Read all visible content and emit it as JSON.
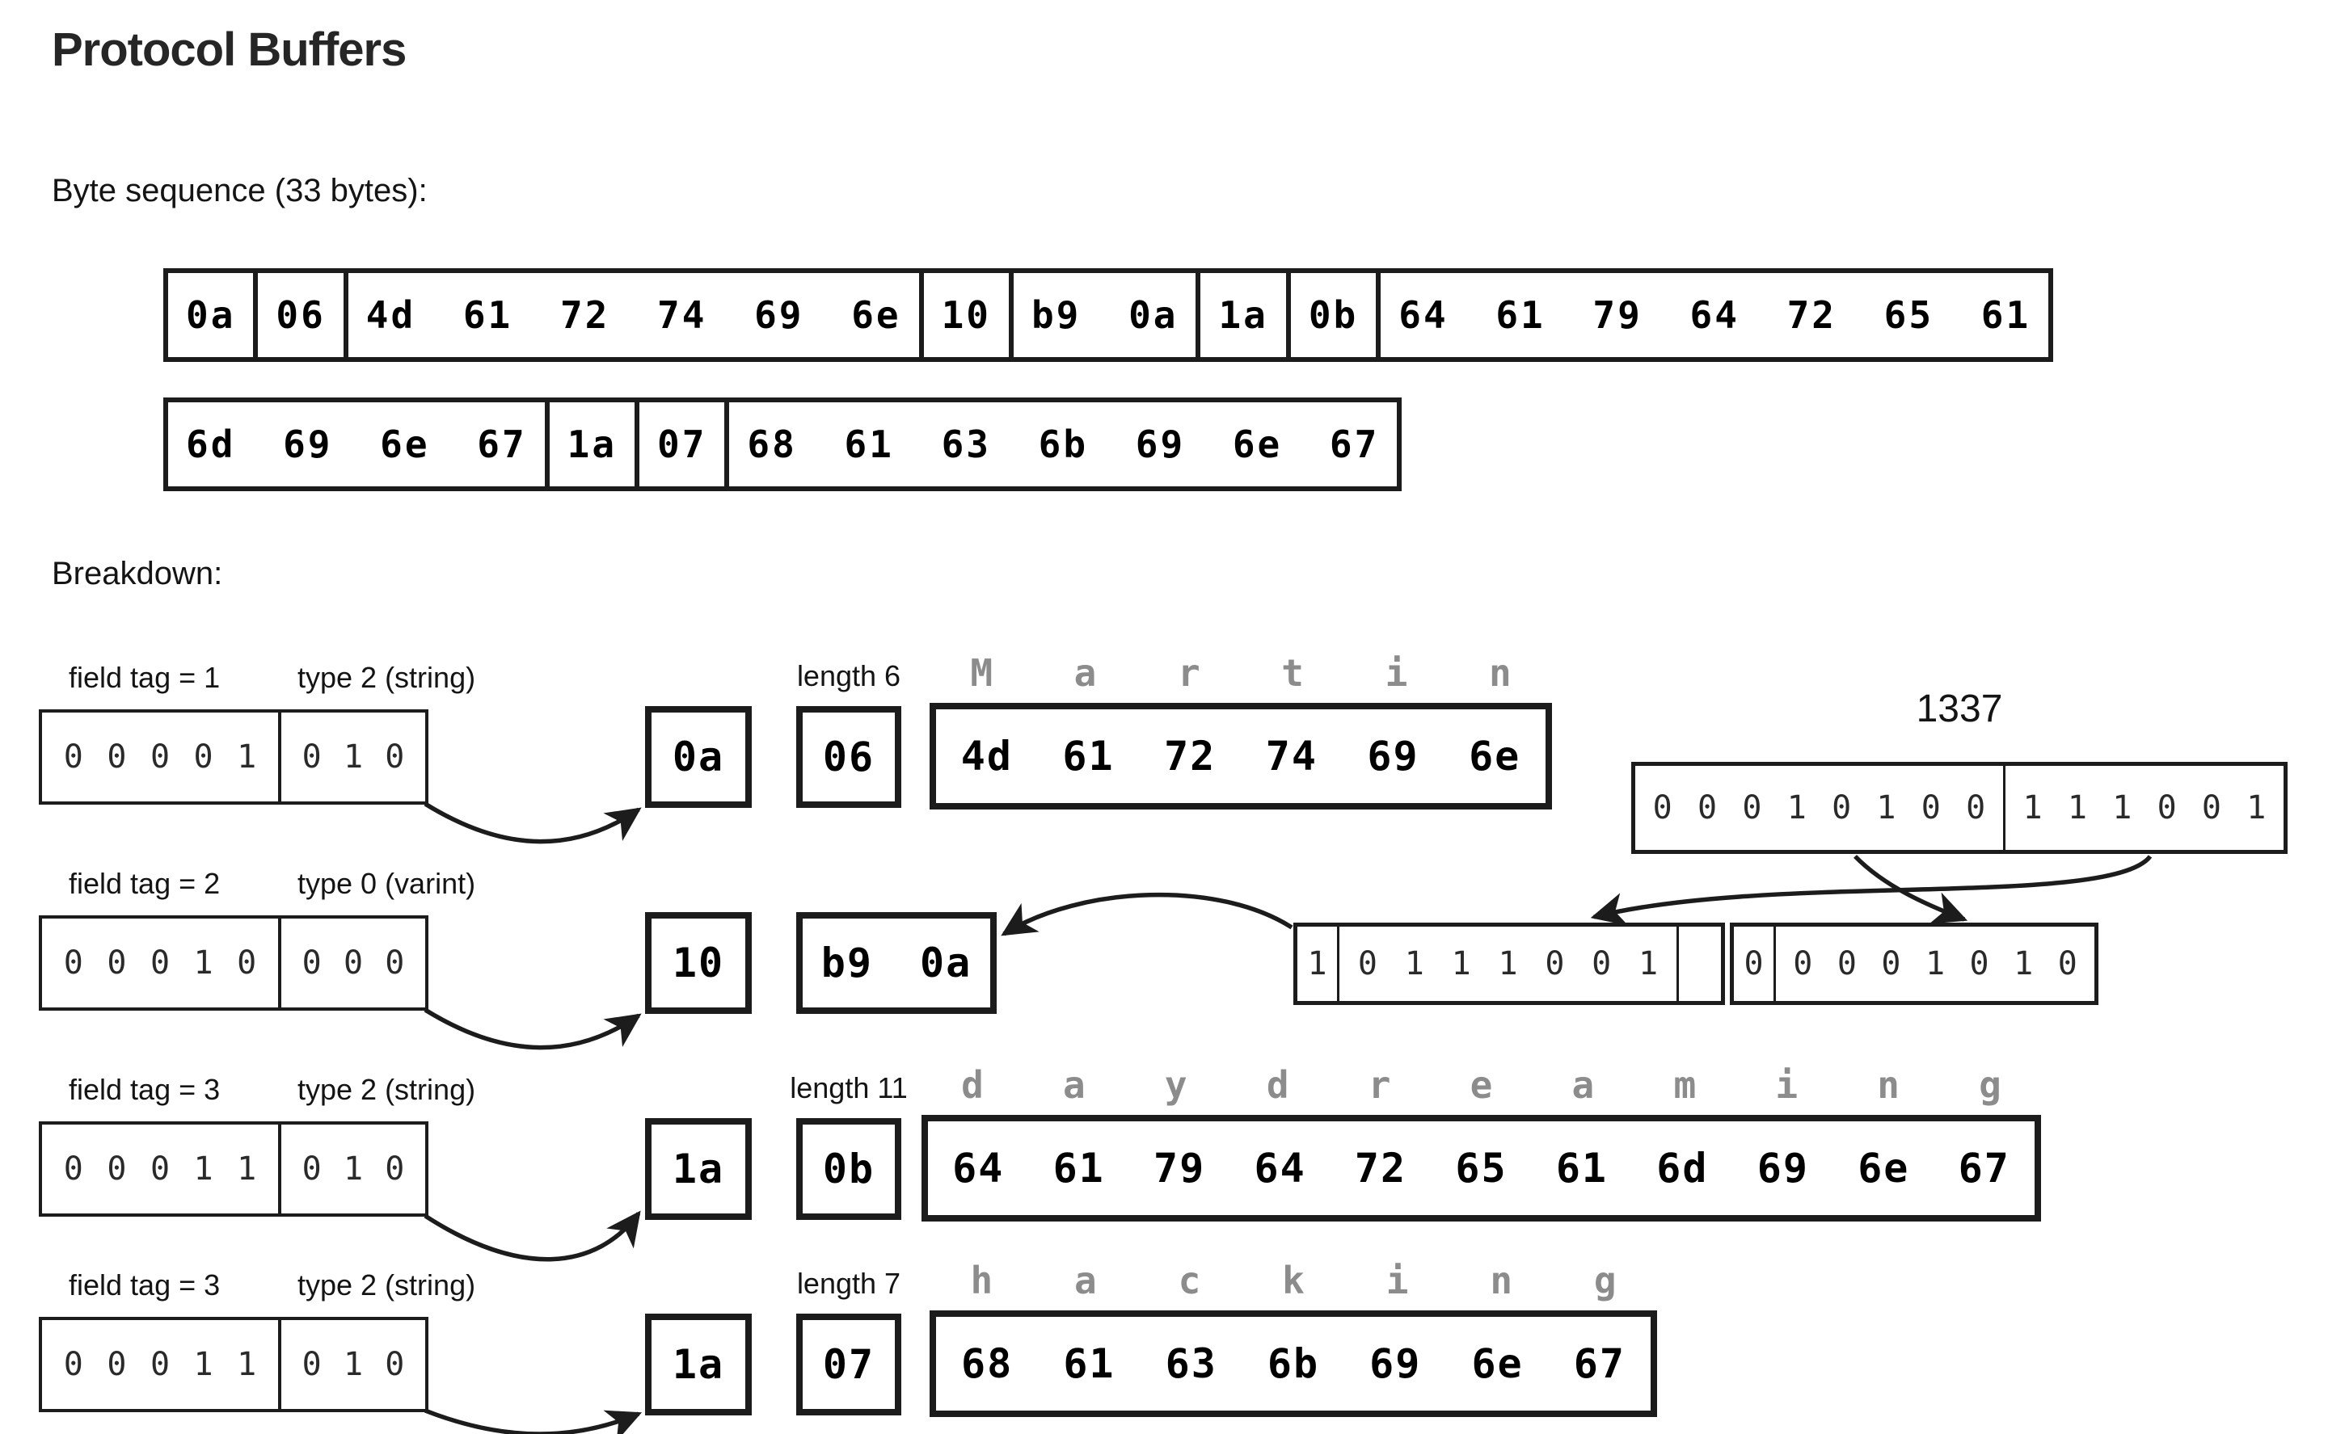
{
  "title": "Protocol Buffers",
  "byte_sequence": {
    "label": "Byte sequence (33 bytes):",
    "rows": [
      {
        "cells": [
          "0a",
          "06",
          "4d 61 72 74 69 6e",
          "10",
          "b9 0a",
          "1a",
          "0b",
          "64 61 79 64 72 65 61"
        ]
      },
      {
        "cells": [
          "6d 69 6e 67",
          "1a",
          "07",
          "68 61 63 6b 69 6e 67"
        ]
      }
    ]
  },
  "breakdown": {
    "label": "Breakdown:",
    "rows": [
      {
        "field_label": "field tag = 1",
        "type_label": "type 2 (string)",
        "tag_bits": [
          "0",
          "0",
          "0",
          "0",
          "1"
        ],
        "type_bits": [
          "0",
          "1",
          "0"
        ],
        "key_byte": "0a",
        "length_byte": "06",
        "length_label": "length 6",
        "chars": [
          "M",
          "a",
          "r",
          "t",
          "i",
          "n"
        ],
        "data_bytes": [
          "4d",
          "61",
          "72",
          "74",
          "69",
          "6e"
        ]
      },
      {
        "field_label": "field tag = 2",
        "type_label": "type 0 (varint)",
        "tag_bits": [
          "0",
          "0",
          "0",
          "1",
          "0"
        ],
        "type_bits": [
          "0",
          "0",
          "0"
        ],
        "key_byte": "10",
        "value_bytes": "b9 0a",
        "varint": {
          "value_label": "1337",
          "high_bits": [
            "0",
            "0",
            "0",
            "1",
            "0",
            "1",
            "0",
            "0"
          ],
          "low_bits": [
            "1",
            "1",
            "1",
            "0",
            "0",
            "1"
          ],
          "byte1_msb": "1",
          "byte1_bits": [
            "0",
            "1",
            "1",
            "1",
            "0",
            "0",
            "1"
          ],
          "byte2_msb": "0",
          "byte2_bits": [
            "0",
            "0",
            "0",
            "1",
            "0",
            "1",
            "0"
          ]
        }
      },
      {
        "field_label": "field tag = 3",
        "type_label": "type 2 (string)",
        "tag_bits": [
          "0",
          "0",
          "0",
          "1",
          "1"
        ],
        "type_bits": [
          "0",
          "1",
          "0"
        ],
        "key_byte": "1a",
        "length_byte": "0b",
        "length_label": "length 11",
        "chars": [
          "d",
          "a",
          "y",
          "d",
          "r",
          "e",
          "a",
          "m",
          "i",
          "n",
          "g"
        ],
        "data_bytes": [
          "64",
          "61",
          "79",
          "64",
          "72",
          "65",
          "61",
          "6d",
          "69",
          "6e",
          "67"
        ]
      },
      {
        "field_label": "field tag = 3",
        "type_label": "type 2 (string)",
        "tag_bits": [
          "0",
          "0",
          "0",
          "1",
          "1"
        ],
        "type_bits": [
          "0",
          "1",
          "0"
        ],
        "key_byte": "1a",
        "length_byte": "07",
        "length_label": "length 7",
        "chars": [
          "h",
          "a",
          "c",
          "k",
          "i",
          "n",
          "g"
        ],
        "data_bytes": [
          "68",
          "61",
          "63",
          "6b",
          "69",
          "6e",
          "67"
        ]
      }
    ]
  },
  "colors": {
    "ink": "#1c1c1c",
    "muted_gray": "#8c8c8c",
    "background": "#ffffff"
  }
}
